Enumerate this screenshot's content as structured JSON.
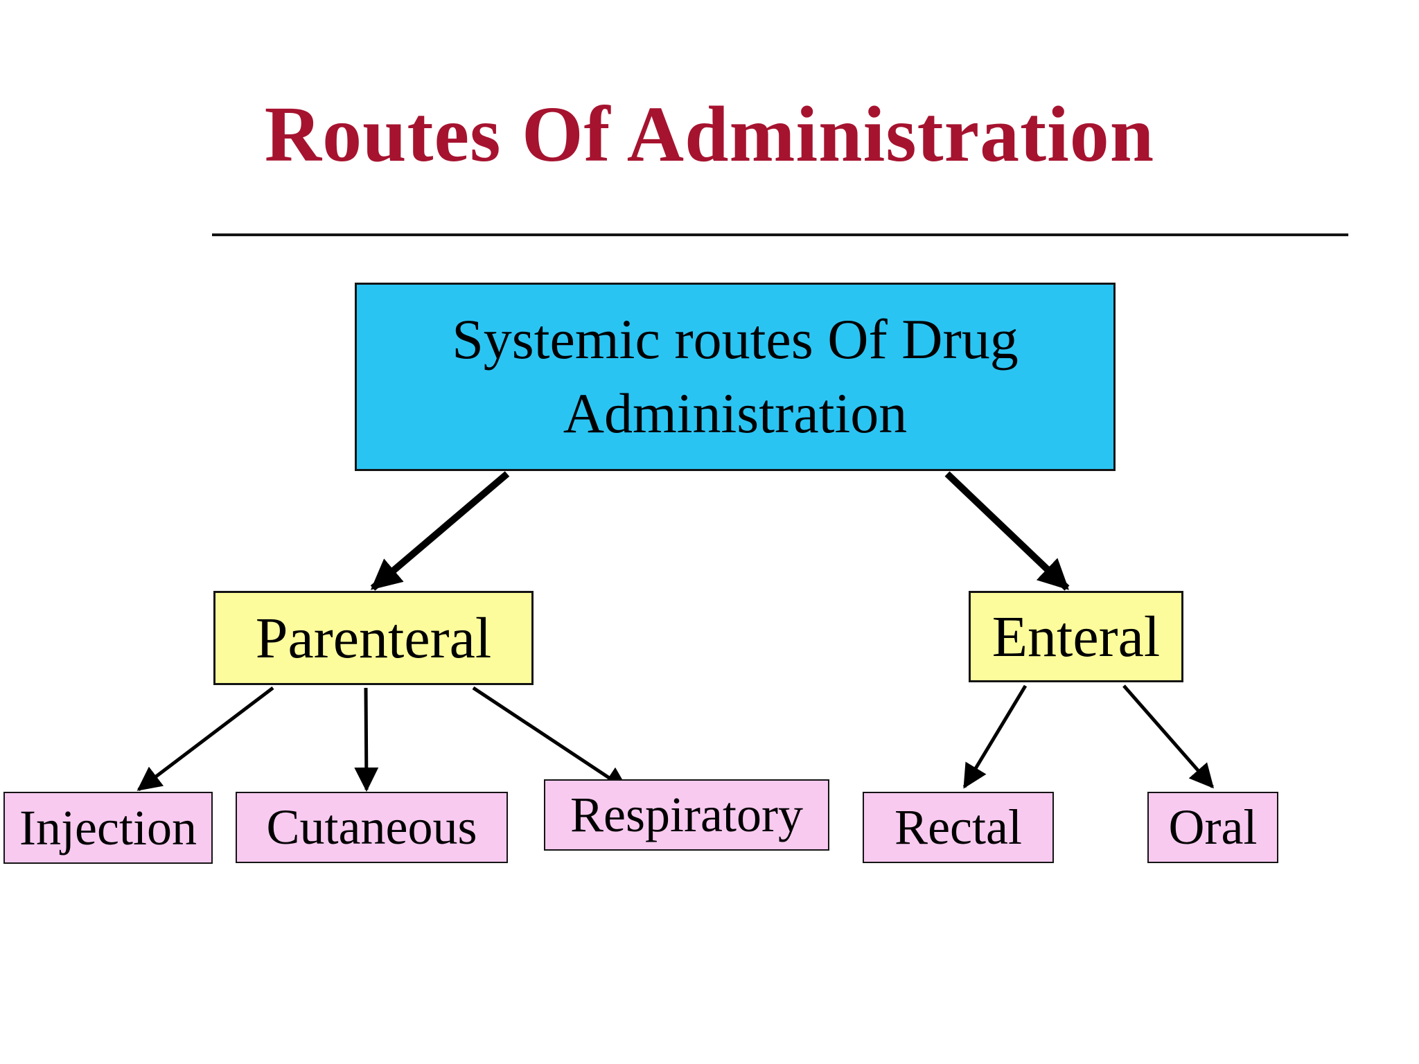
{
  "title": "Routes Of Administration",
  "diagram": {
    "type": "flowchart",
    "root": {
      "label": "Systemic routes Of Drug Administration"
    },
    "branches": [
      {
        "label": "Parenteral",
        "children": [
          {
            "label": "Injection"
          },
          {
            "label": "Cutaneous"
          },
          {
            "label": "Respiratory"
          }
        ]
      },
      {
        "label": "Enteral",
        "children": [
          {
            "label": "Rectal"
          },
          {
            "label": "Oral"
          }
        ]
      }
    ]
  },
  "colors": {
    "title_text": "#A6132F",
    "root_box_fill": "#2AC4F3",
    "branch_box_fill": "#FCFC9C",
    "leaf_box_fill": "#F8CAF0",
    "box_border": "#141414",
    "arrow": "#000000",
    "background": "#FFFFFF"
  }
}
